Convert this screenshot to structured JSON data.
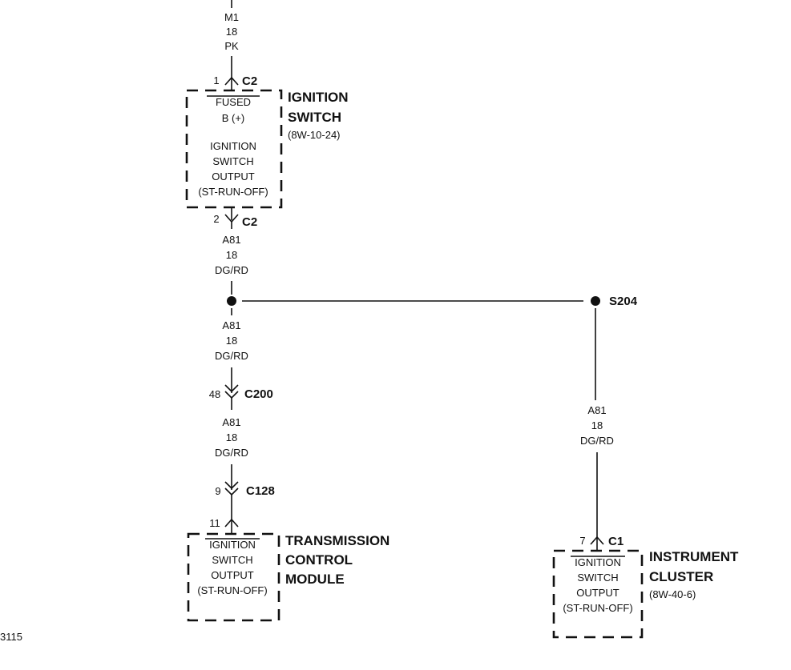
{
  "top_wire": {
    "circuit": "M1",
    "gauge": "18",
    "color": "PK"
  },
  "ignition_switch": {
    "name_line1": "IGNITION",
    "name_line2": "SWITCH",
    "ref": "(8W-10-24)",
    "in_pin": "1",
    "in_connector": "C2",
    "out_pin": "2",
    "out_connector": "C2",
    "inner_top": [
      "FUSED",
      "B (+)"
    ],
    "inner_bottom": [
      "IGNITION",
      "SWITCH",
      "OUTPUT",
      "(ST-RUN-OFF)"
    ]
  },
  "wire_a81_upper": {
    "circuit": "A81",
    "gauge": "18",
    "color": "DG/RD"
  },
  "wire_a81_mid": {
    "circuit": "A81",
    "gauge": "18",
    "color": "DG/RD"
  },
  "wire_a81_lower": {
    "circuit": "A81",
    "gauge": "18",
    "color": "DG/RD"
  },
  "wire_a81_right": {
    "circuit": "A81",
    "gauge": "18",
    "color": "DG/RD"
  },
  "splice": {
    "label": "S204"
  },
  "c200": {
    "pin": "48",
    "label": "C200"
  },
  "c128": {
    "pin": "9",
    "label": "C128"
  },
  "tcm": {
    "pin": "11",
    "name_line1": "TRANSMISSION",
    "name_line2": "CONTROL",
    "name_line3": "MODULE",
    "inner": [
      "IGNITION",
      "SWITCH",
      "OUTPUT",
      "(ST-RUN-OFF)"
    ]
  },
  "cluster": {
    "pin": "7",
    "connector": "C1",
    "name_line1": "INSTRUMENT",
    "name_line2": "CLUSTER",
    "ref": "(8W-40-6)",
    "inner": [
      "IGNITION",
      "SWITCH",
      "OUTPUT",
      "(ST-RUN-OFF)"
    ]
  },
  "figure_id": "3115"
}
